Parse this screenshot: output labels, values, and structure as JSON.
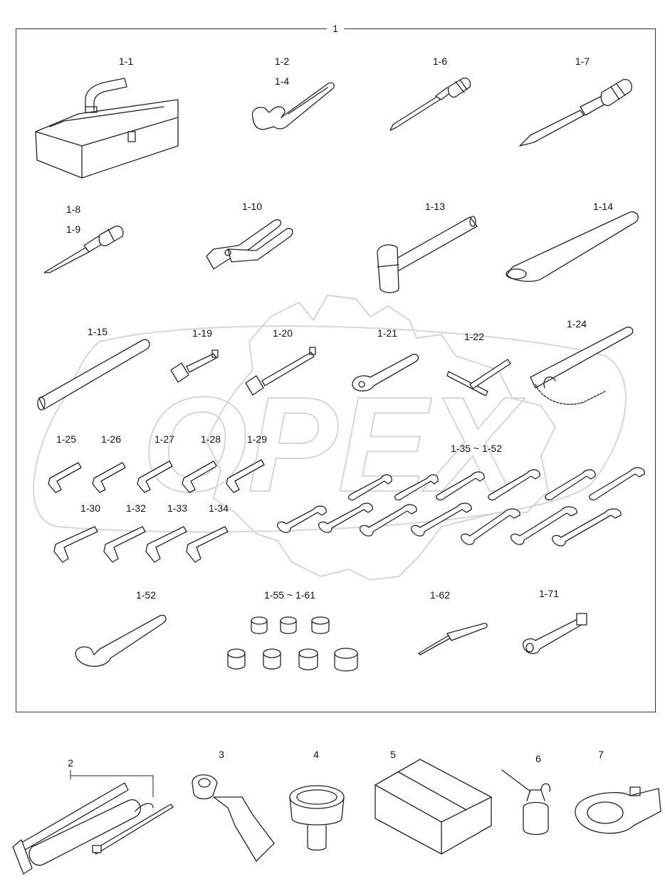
{
  "frame_label": "1",
  "watermark": "OPEX",
  "corner_mark": "",
  "labels": {
    "l_1_1": "1-1",
    "l_1_2": "1-2",
    "l_1_4": "1-4",
    "l_1_6": "1-6",
    "l_1_7": "1-7",
    "l_1_8": "1-8",
    "l_1_9": "1-9",
    "l_1_10": "1-10",
    "l_1_13": "1-13",
    "l_1_14": "1-14",
    "l_1_15": "1-15",
    "l_1_19": "1-19",
    "l_1_20": "1-20",
    "l_1_21": "1-21",
    "l_1_22": "1-22",
    "l_1_24": "1-24",
    "l_1_25": "1-25",
    "l_1_26": "1-26",
    "l_1_27": "1-27",
    "l_1_28": "1-28",
    "l_1_29": "1-29",
    "l_1_35_52": "1-35 ~ 1-52",
    "l_1_30": "1-30",
    "l_1_32": "1-32",
    "l_1_33": "1-33",
    "l_1_34": "1-34",
    "l_1_52": "1-52",
    "l_1_55_61": "1-55 ~ 1-61",
    "l_1_62": "1-62",
    "l_1_71": "1-71",
    "l_2": "2",
    "l_3": "3",
    "l_4": "4",
    "l_5": "5",
    "l_6": "6",
    "l_7": "7"
  },
  "colors": {
    "line": "#333333",
    "watermark": "#d0d0d0"
  }
}
